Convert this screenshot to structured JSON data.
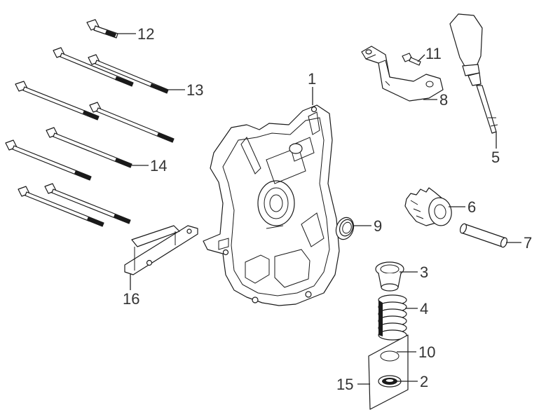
{
  "figure": {
    "callouts": [
      {
        "id": "c1",
        "label": "1"
      },
      {
        "id": "c2",
        "label": "2"
      },
      {
        "id": "c3",
        "label": "3"
      },
      {
        "id": "c4",
        "label": "4"
      },
      {
        "id": "c5",
        "label": "5"
      },
      {
        "id": "c6",
        "label": "6"
      },
      {
        "id": "c7",
        "label": "7"
      },
      {
        "id": "c8",
        "label": "8"
      },
      {
        "id": "c9",
        "label": "9"
      },
      {
        "id": "c10",
        "label": "10"
      },
      {
        "id": "c11",
        "label": "11"
      },
      {
        "id": "c12",
        "label": "12"
      },
      {
        "id": "c13",
        "label": "13"
      },
      {
        "id": "c14",
        "label": "14"
      },
      {
        "id": "c15",
        "label": "15"
      },
      {
        "id": "c16",
        "label": "16"
      }
    ]
  }
}
